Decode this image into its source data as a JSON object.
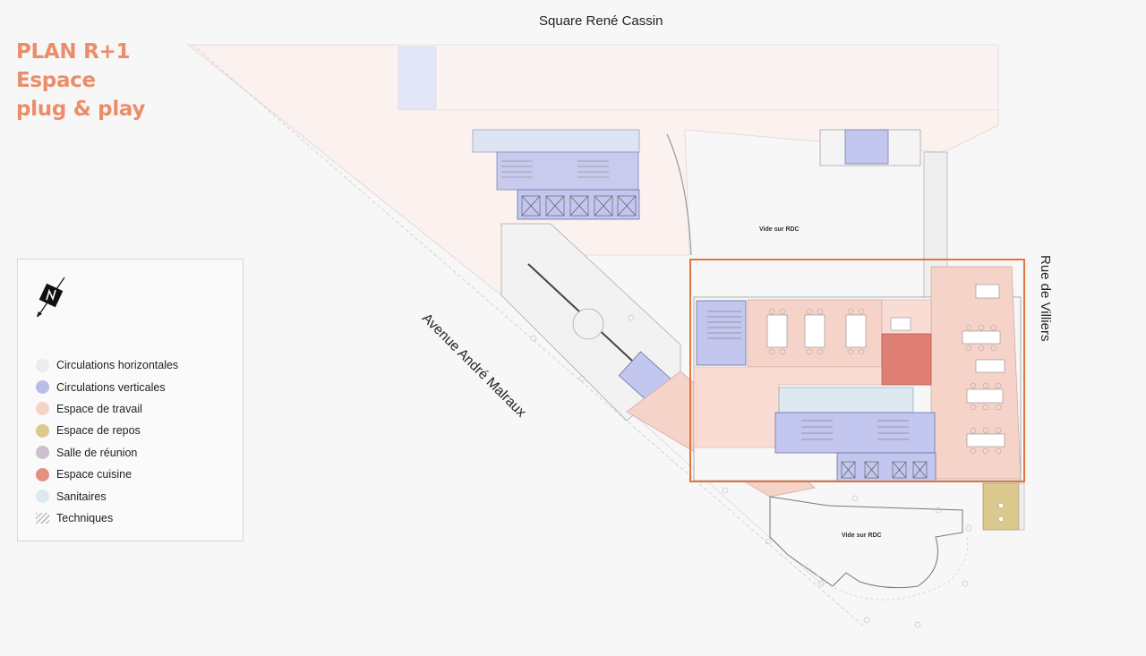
{
  "title": {
    "line1": "PLAN R+1",
    "line2": "Espace",
    "line3": "plug & play"
  },
  "streets": {
    "top": "Square René Cassin",
    "right": "Rue de Villiers",
    "diagonal": "Avenue André Malraux"
  },
  "voids": {
    "upper": "Vide sur RDC",
    "lower": "Vide sur RDC"
  },
  "legend": {
    "items": [
      {
        "label": "Circulations horizontales",
        "color": "#ececec",
        "icon": "circle-swatch"
      },
      {
        "label": "Circulations verticales",
        "color": "#b9bde8",
        "icon": "circle-swatch"
      },
      {
        "label": "Espace de travail",
        "color": "#f6d3c9",
        "icon": "circle-swatch"
      },
      {
        "label": "Espace de repos",
        "color": "#dcc98e",
        "icon": "circle-swatch"
      },
      {
        "label": "Salle de réunion",
        "color": "#cdbfcd",
        "icon": "circle-swatch"
      },
      {
        "label": "Espace cuisine",
        "color": "#e58f80",
        "icon": "circle-swatch"
      },
      {
        "label": "Sanitaires",
        "color": "#dde9f1",
        "icon": "circle-swatch"
      },
      {
        "label": "Techniques",
        "color": "#bdbdbd",
        "icon": "hatch-swatch"
      }
    ]
  },
  "colors": {
    "title": "#ec8d6a",
    "highlight_frame": "#e0763f",
    "building_pale": "#fbf1ee",
    "workspace": "#f6d3c9",
    "vertical_circulation": "#c3c6ee",
    "kitchen": "#e07f74",
    "rest_area": "#dcc98e",
    "sanitary": "#dde9f1"
  }
}
